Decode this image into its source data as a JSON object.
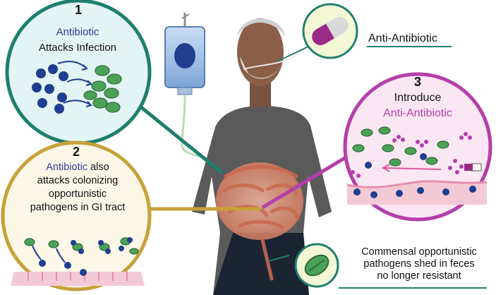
{
  "panel1": {
    "number": "1",
    "line1": "Antibiotic",
    "line2": "Attacks Infection"
  },
  "panel2": {
    "number": "2",
    "word": "Antibiotic",
    "rest1": " also",
    "line2": "attacks colonizing",
    "line3": "opportunistic",
    "line4": "pathogens in GI tract"
  },
  "panel3": {
    "number": "3",
    "line1": "Introduce",
    "line2": "Anti-Antibiotic"
  },
  "pill_label": "Anti-Antibiotic",
  "commensal": {
    "line1": "Commensal opportunistic",
    "line2": "pathogens shed in feces",
    "line3": "no longer resistant"
  },
  "colors": {
    "teal": "#1f7f6c",
    "gold": "#c7a13a",
    "magenta": "#b43fa9",
    "antibiotic_blue": "#1f3e8f",
    "bacteria_green": "#4aa257",
    "shirt": "#5a5a5a"
  }
}
